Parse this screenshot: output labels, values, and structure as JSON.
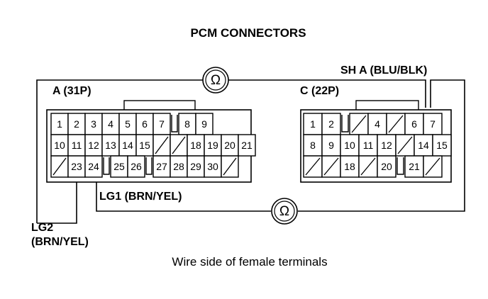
{
  "title": "PCM CONNECTORS",
  "caption": "Wire side of female terminals",
  "meter_symbol": "Ω",
  "connector_a": {
    "label": "A (31P)",
    "rows": [
      [
        "1",
        "2",
        "3",
        "4",
        "5",
        "6",
        "7",
        "gap",
        "8",
        "9"
      ],
      [
        "10",
        "11",
        "12",
        "13",
        "14",
        "15",
        "/",
        "/",
        "18",
        "19",
        "20",
        "21"
      ],
      [
        "/",
        "23",
        "24",
        "gap",
        "25",
        "26",
        "gap",
        "27",
        "28",
        "29",
        "30",
        "/"
      ]
    ]
  },
  "connector_c": {
    "label": "C (22P)",
    "rows": [
      [
        "1",
        "2",
        "gap",
        "/",
        "4",
        "/",
        "6",
        "7"
      ],
      [
        "8",
        "9",
        "10",
        "11",
        "12",
        "/",
        "14",
        "15"
      ],
      [
        "/",
        "/",
        "18",
        "/",
        "20",
        "gap",
        "21",
        "/"
      ]
    ]
  },
  "wire_labels": {
    "sh_a": "SH A (BLU/BLK)",
    "lg1": "LG1 (BRN/YEL)",
    "lg2_line1": "LG2",
    "lg2_line2": "(BRN/YEL)"
  }
}
